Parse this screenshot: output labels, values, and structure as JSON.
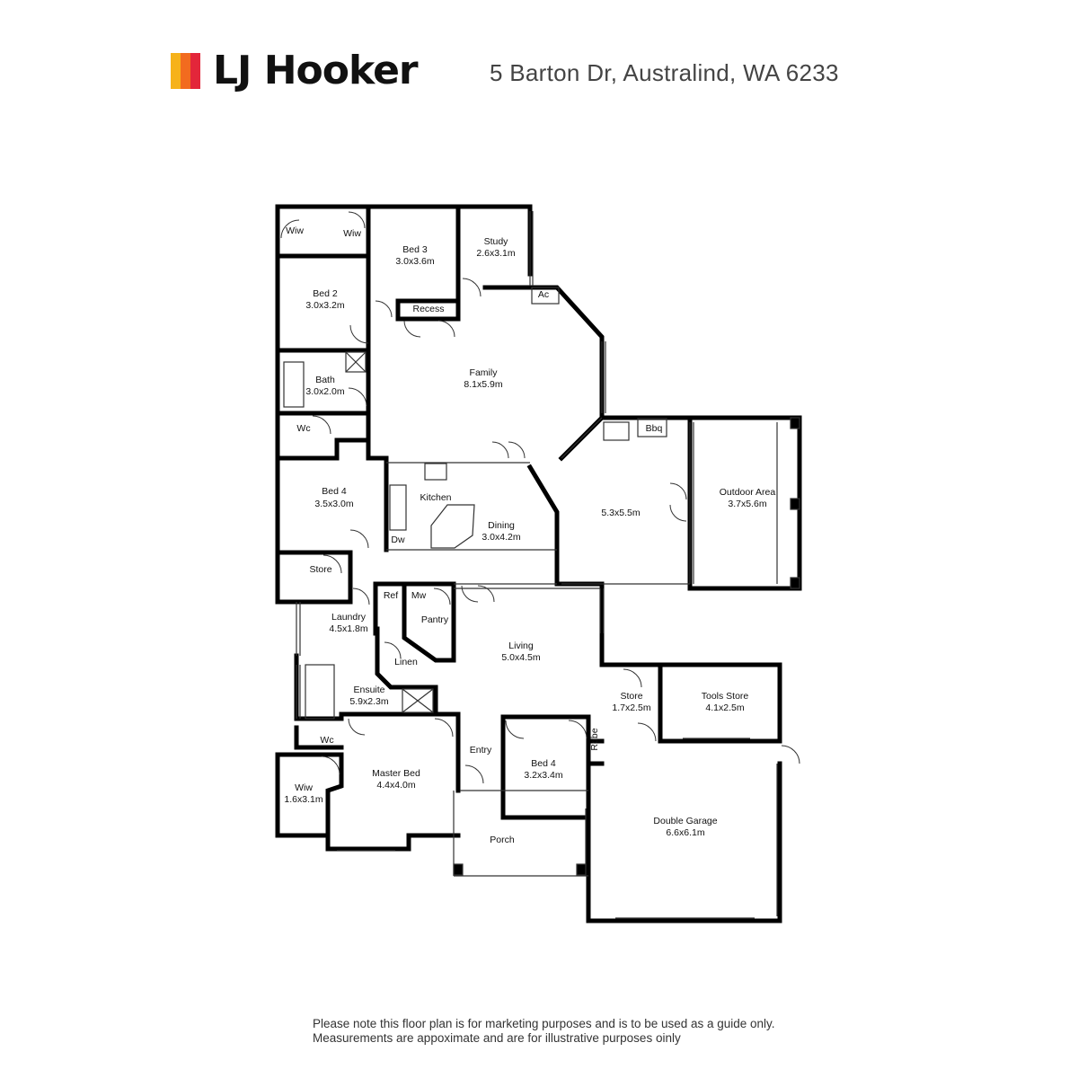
{
  "brand": {
    "name": "LJ Hooker",
    "colors": [
      "#f6b21a",
      "#f26b1f",
      "#e3263a"
    ]
  },
  "address": "5 Barton Dr, Australind, WA 6233",
  "rooms": {
    "wiw_left": {
      "name": "Wiw",
      "dims": ""
    },
    "wiw_mid": {
      "name": "Wiw",
      "dims": ""
    },
    "bed3": {
      "name": "Bed 3",
      "dims": "3.0x3.6m"
    },
    "study": {
      "name": "Study",
      "dims": "2.6x3.1m"
    },
    "ac": {
      "name": "Ac",
      "dims": ""
    },
    "recess": {
      "name": "Recess",
      "dims": ""
    },
    "bed2": {
      "name": "Bed 2",
      "dims": "3.0x3.2m"
    },
    "family": {
      "name": "Family",
      "dims": "8.1x5.9m"
    },
    "bath": {
      "name": "Bath",
      "dims": "3.0x2.0m"
    },
    "wc_upper": {
      "name": "Wc",
      "dims": ""
    },
    "bbq": {
      "name": "Bbq",
      "dims": ""
    },
    "alfresco": {
      "name": "",
      "dims": "5.3x5.5m"
    },
    "outdoor": {
      "name": "Outdoor Area",
      "dims": "3.7x5.6m"
    },
    "bed4_upper": {
      "name": "Bed 4",
      "dims": "3.5x3.0m"
    },
    "kitchen": {
      "name": "Kitchen",
      "dims": ""
    },
    "dining": {
      "name": "Dining",
      "dims": "3.0x4.2m"
    },
    "dw": {
      "name": "Dw",
      "dims": ""
    },
    "store_left": {
      "name": "Store",
      "dims": ""
    },
    "ref": {
      "name": "Ref",
      "dims": ""
    },
    "mw": {
      "name": "Mw",
      "dims": ""
    },
    "pantry": {
      "name": "Pantry",
      "dims": ""
    },
    "laundry": {
      "name": "Laundry",
      "dims": "4.5x1.8m"
    },
    "living": {
      "name": "Living",
      "dims": "5.0x4.5m"
    },
    "linen": {
      "name": "Linen",
      "dims": ""
    },
    "ensuite": {
      "name": "Ensuite",
      "dims": "5.9x2.3m"
    },
    "store_right": {
      "name": "Store",
      "dims": "1.7x2.5m"
    },
    "tools_store": {
      "name": "Tools Store",
      "dims": "4.1x2.5m"
    },
    "wc_lower": {
      "name": "Wc",
      "dims": ""
    },
    "entry": {
      "name": "Entry",
      "dims": ""
    },
    "robe": {
      "name": "Robe",
      "dims": ""
    },
    "wiw_lower": {
      "name": "Wiw",
      "dims": "1.6x3.1m"
    },
    "master_bed": {
      "name": "Master Bed",
      "dims": "4.4x4.0m"
    },
    "bed4_lower": {
      "name": "Bed 4",
      "dims": "3.2x3.4m"
    },
    "double_garage": {
      "name": "Double Garage",
      "dims": "6.6x6.1m"
    },
    "porch": {
      "name": "Porch",
      "dims": ""
    }
  },
  "footnote": {
    "line1": "Please note this floor plan is for marketing purposes and is to be used as a guide only.",
    "line2": "Measurements are appoximate and are for illustrative purposes oinly"
  }
}
